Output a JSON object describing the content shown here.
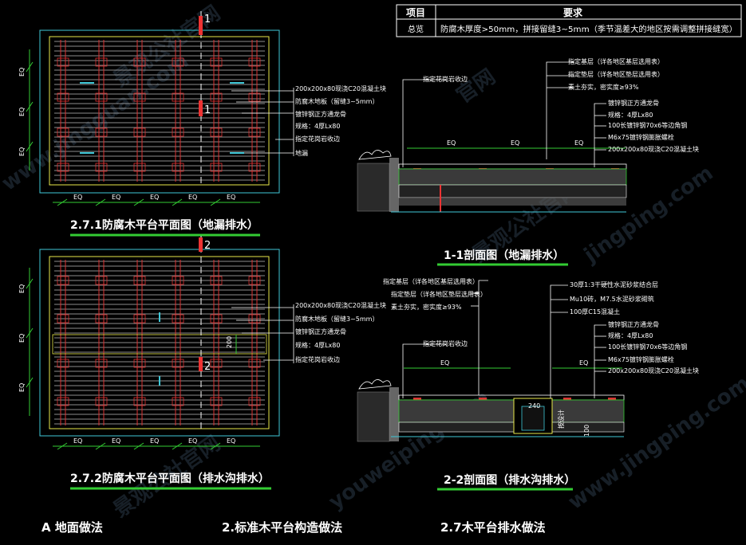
{
  "table": {
    "header_item": "项目",
    "header_req": "要求",
    "row_item": "总览",
    "row_req": "防腐木厚度>50mm，拼接留缝3~5mm（季节温差大的地区按需调整拼接缝宽）"
  },
  "plan1": {
    "title": "2.7.1防腐木平台平面图（地漏排水）",
    "marks": [
      "1",
      "1"
    ],
    "dims_v": [
      "EQ",
      "EQ",
      "EQ"
    ],
    "dims_h": [
      "EQ",
      "EQ",
      "EQ",
      "EQ",
      "EQ"
    ],
    "notes": [
      "200x200x80现浇C20混凝土块",
      "防腐木地板（留缝3~5mm）",
      "镀锌钢正方通龙骨",
      "规格：4厚Lx80",
      "指定花岗岩收边",
      "地漏"
    ]
  },
  "plan2": {
    "title": "2.7.2防腐木平台平面图（排水沟排水）",
    "marks": [
      "2",
      "2"
    ],
    "dim_side": "200",
    "dims_v": [
      "EQ",
      "EQ",
      "EQ"
    ],
    "dims_h": [
      "EQ",
      "EQ",
      "EQ",
      "EQ",
      "EQ"
    ],
    "notes": [
      "200x200x80现浇C20混凝土块",
      "防腐木地板（留缝3~5mm）",
      "镀锌钢正方通龙骨",
      "规格：4厚Lx80",
      "指定花岗岩收边"
    ]
  },
  "sec1": {
    "title": "1-1剖面图（地漏排水）",
    "edge": "指定花岗岩收边",
    "dims": [
      "EQ",
      "EQ",
      "EQ"
    ],
    "notes_top": [
      "指定基层（详各地区基层选用表）",
      "指定垫层（详各地区垫层选用表）",
      "素土夯实，密实度≥93%"
    ],
    "notes_right": [
      "镀锌钢正方通龙骨",
      "规格：4厚Lx80",
      "100长镀锌钢70x6等边角钢",
      "M6x75镀锌钢膨胀螺栓",
      "200x200x80现浇C20混凝土块"
    ]
  },
  "sec2": {
    "title": "2-2剖面图（排水沟排水）",
    "edge": "指定花岗岩收边",
    "dims": [
      "EQ",
      "EQ"
    ],
    "dim_240": "240",
    "dim_100": "100",
    "dim_slope": "按设计",
    "notes_left": [
      "指定基层（详各地区基层选用表）",
      "指定垫层（详各地区垫层选用表）",
      "素土夯实，密实度≥93%"
    ],
    "notes_mid": [
      "30厚1:3干硬性水泥砂浆结合层",
      "Mu10砖，M7.5水泥砂浆砌筑",
      "100厚C15混凝土"
    ],
    "notes_right": [
      "镀锌钢正方通龙骨",
      "规格：4厚Lx80",
      "100长镀锌钢70x6等边角钢",
      "M6x75镀锌钢膨胀螺栓",
      "200x200x80现浇C20混凝土块"
    ]
  },
  "footer": {
    "left": "A 地面做法",
    "mid": "2.标准木平台构造做法",
    "right": "2.7木平台排水做法"
  },
  "watermarks": [
    "景观公社官网",
    "www.jingguan.com",
    "景观公社官网",
    "jingping.com",
    "youweiping.com",
    "景观公社官网",
    "www.jingping.com",
    "官网"
  ]
}
